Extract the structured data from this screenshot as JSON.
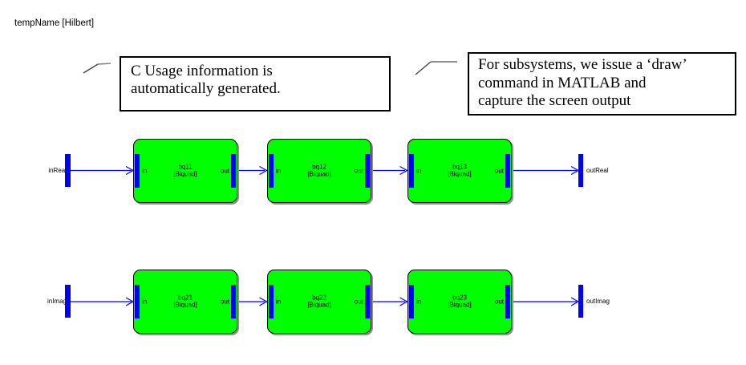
{
  "title": "tempName [Hilbert]",
  "callouts": [
    {
      "lines": [
        "C Usage information is",
        "automatically generated."
      ]
    },
    {
      "lines": [
        "For subsystems, we issue a ‘draw’",
        "command in MATLAB and",
        "capture the screen output"
      ]
    }
  ],
  "diagram": {
    "rows": [
      {
        "input_label": "inReal",
        "output_label": "outReal",
        "blocks": [
          {
            "name": "bq11",
            "type": "[Biquad]",
            "in_label": "in",
            "out_label": "out"
          },
          {
            "name": "bq12",
            "type": "[Biquad]",
            "in_label": "in",
            "out_label": "out"
          },
          {
            "name": "bq13",
            "type": "[Biquad]",
            "in_label": "in",
            "out_label": "out"
          }
        ]
      },
      {
        "input_label": "inImag",
        "output_label": "outImag",
        "blocks": [
          {
            "name": "bq21",
            "type": "[Biquad]",
            "in_label": "in",
            "out_label": "out"
          },
          {
            "name": "bq22",
            "type": "[Biquad]",
            "in_label": "in",
            "out_label": "out"
          },
          {
            "name": "bq23",
            "type": "[Biquad]",
            "in_label": "in",
            "out_label": "out"
          }
        ]
      }
    ],
    "colors": {
      "block_fill": "#00ff00",
      "signal_line": "#0000ff",
      "port_bar": "#0000ff",
      "block_border": "#000000",
      "block_shadow": "#909090",
      "callout_border": "#000000"
    }
  }
}
